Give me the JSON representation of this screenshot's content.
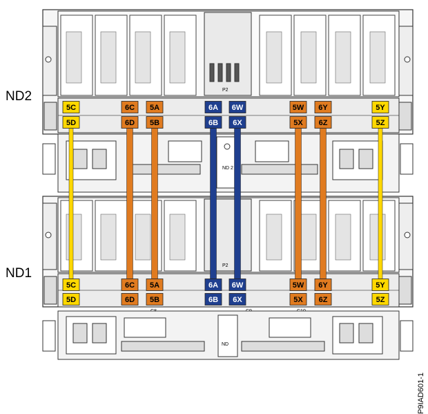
{
  "node_labels": {
    "upper": "ND2",
    "lower": "ND1"
  },
  "figure_id": "P9IAD601-1",
  "colors": {
    "yellow": "#ffd800",
    "orange": "#e07b20",
    "blue": "#1f3f8f",
    "chassis_stroke": "#333333",
    "chassis_fill": "#f6f6f6"
  },
  "panel_labels": {
    "p2": "P2",
    "nd2": "ND 2",
    "nd": "ND",
    "c8": "C8",
    "c9": "C9",
    "c10": "C10"
  },
  "ports": {
    "top_row": [
      "5C",
      "6C",
      "5A",
      "6A",
      "6W",
      "5W",
      "6Y",
      "5Y"
    ],
    "bottom_row": [
      "5D",
      "6D",
      "5B",
      "6B",
      "6X",
      "5X",
      "6Z",
      "5Z"
    ],
    "top_colors": [
      "yellow",
      "orange",
      "orange",
      "blue",
      "blue",
      "orange",
      "orange",
      "yellow"
    ],
    "bottom_colors": [
      "yellow",
      "orange",
      "orange",
      "blue",
      "blue",
      "orange",
      "orange",
      "yellow"
    ]
  },
  "cables": [
    {
      "from": "5D",
      "to": "5C",
      "color": "yellow"
    },
    {
      "from": "6D",
      "to": "6C",
      "color": "orange"
    },
    {
      "from": "5B",
      "to": "5A",
      "color": "orange"
    },
    {
      "from": "6B",
      "to": "6A",
      "color": "blue"
    },
    {
      "from": "6X",
      "to": "6W",
      "color": "blue"
    },
    {
      "from": "5X",
      "to": "5W",
      "color": "orange"
    },
    {
      "from": "6Z",
      "to": "6Y",
      "color": "orange"
    },
    {
      "from": "5Z",
      "to": "5Y",
      "color": "yellow"
    }
  ]
}
